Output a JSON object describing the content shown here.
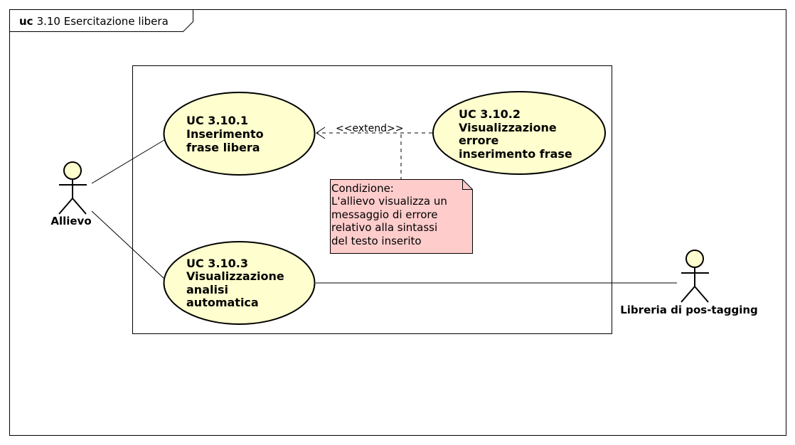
{
  "frame": {
    "keyword": "uc",
    "title": "3.10 Esercitazione libera"
  },
  "colors": {
    "use_case_fill": "#FEFECE",
    "actor_fill": "#FEFECE",
    "note_fill": "#FFCCCC",
    "stroke": "#000000"
  },
  "actors": [
    {
      "id": "allievo",
      "name": "Allievo"
    },
    {
      "id": "libreria",
      "name": "Libreria di pos-tagging"
    }
  ],
  "use_cases": [
    {
      "id": "uc1",
      "lines": [
        "UC 3.10.1",
        "Inserimento",
        "frase libera"
      ]
    },
    {
      "id": "uc2",
      "lines": [
        "UC 3.10.2",
        "Visualizzazione",
        "errore",
        "inserimento frase"
      ]
    },
    {
      "id": "uc3",
      "lines": [
        "UC 3.10.3",
        "Visualizzazione",
        "analisi",
        "automatica"
      ]
    }
  ],
  "relations": [
    {
      "type": "association",
      "from": "Allievo",
      "to": "UC 3.10.1"
    },
    {
      "type": "association",
      "from": "Allievo",
      "to": "UC 3.10.3"
    },
    {
      "type": "association",
      "from": "UC 3.10.3",
      "to": "Libreria di pos-tagging"
    },
    {
      "type": "extend",
      "from": "UC 3.10.2",
      "to": "UC 3.10.1",
      "label": "<<extend>>"
    }
  ],
  "note": {
    "lines": [
      "Condizione:",
      "L'allievo visualizza un",
      "messaggio di errore",
      "relativo alla sintassi",
      "del testo inserito"
    ]
  }
}
